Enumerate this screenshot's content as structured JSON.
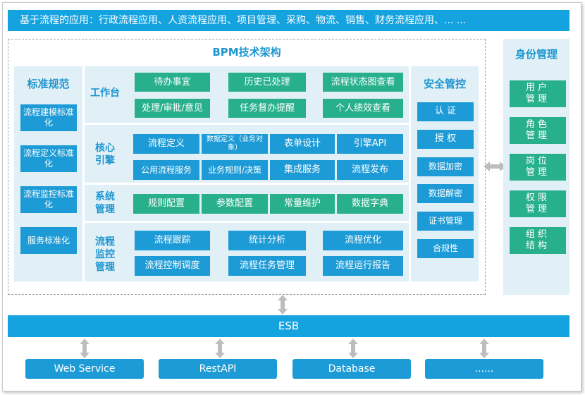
{
  "top_banner": "基于流程的应用：行政流程应用、人资流程应用、项目管理、采购、物流、销售、财务流程应用、... ...",
  "bpm_title": "BPM技术架构",
  "standards": {
    "title": "标准规范",
    "items": [
      "流程建模标准化",
      "流程定义标准化",
      "流程监控标准化",
      "服务标准化"
    ]
  },
  "workbench": {
    "label": "工作台",
    "items": [
      "待办事宜",
      "历史已处理",
      "流程状态图查看",
      "处理/审批/意见",
      "任务督办提醒",
      "个人绩效查看"
    ]
  },
  "engine": {
    "label": "核心引擎",
    "items": [
      "流程定义",
      "数据定义（业务对象）",
      "表单设计",
      "引擎API",
      "公用流程服务",
      "业务规则/决策",
      "集成服务",
      "流程发布"
    ]
  },
  "sysmgmt": {
    "label": "系统管理",
    "items": [
      "规则配置",
      "参数配置",
      "常量维护",
      "数据字典"
    ]
  },
  "monitor": {
    "label": "流程监控管理",
    "items": [
      "流程跟踪",
      "统计分析",
      "流程优化",
      "流程控制调度",
      "流程任务管理",
      "流程运行报告"
    ]
  },
  "security": {
    "title": "安全管控",
    "items": [
      "认 证",
      "授 权",
      "数据加密",
      "数据解密",
      "证书管理",
      "合规性"
    ]
  },
  "identity": {
    "title": "身份管理",
    "items": [
      "用户管理",
      "角色管理",
      "岗位管理",
      "权限管理",
      "组织结构"
    ]
  },
  "esb": "ESB",
  "bottom": [
    "Web Service",
    "RestAPI",
    "Database",
    "......"
  ],
  "colors": {
    "banner_blue": "#15a3e0",
    "button_blue": "#1d9bd6",
    "button_green": "#28b08d",
    "panel_bg": "#e1f0f6",
    "title_blue": "#1d95d0",
    "arrow_gray": "#bdbdbd"
  }
}
